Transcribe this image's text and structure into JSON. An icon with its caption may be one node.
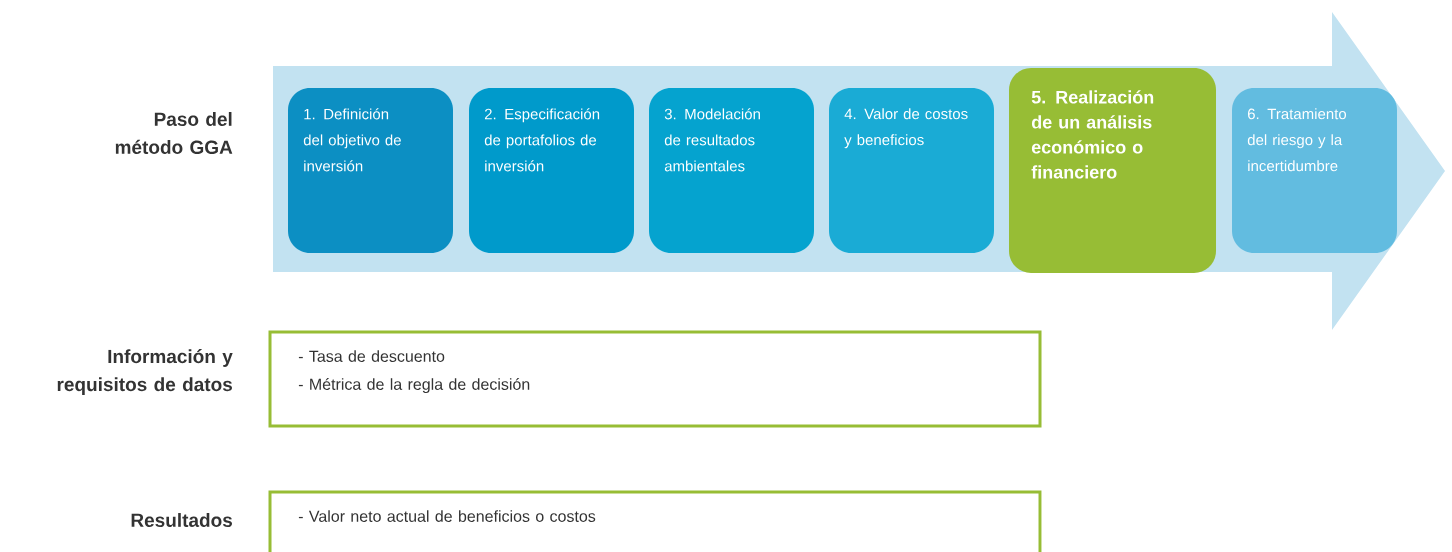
{
  "diagram": {
    "nodes": [
      {
        "text": [],
        "shape": "arrow"
      },
      {
        "text": [
          "1. Definición del objetivo de inversión"
        ],
        "in": 0
      },
      {
        "text": [
          "2. Especificación de portafolios de inversión"
        ],
        "in": 0
      },
      {
        "text": [
          "3. Modelación de resultados ambientales"
        ],
        "in": 0
      },
      {
        "text": [
          "4. Valor de costos y beneficios"
        ],
        "in": 0
      },
      {
        "text": [
          "5. Realización de un análisis económico o financiero"
        ],
        "in": 0
      },
      {
        "text": [
          "6. Tratamiento del riesgo y la incertidumbre"
        ],
        "in": 0
      },
      {
        "text": [
          "- Tasa de descuento",
          "- Métrica de la regla de decisión"
        ]
      },
      {
        "text": [
          "- Valor neto actual de beneficios o costos"
        ]
      }
    ],
    "edges": [],
    "labels": [
      "Paso del método GGA",
      "Información y requisitos de datos",
      "Resultados"
    ]
  }
}
